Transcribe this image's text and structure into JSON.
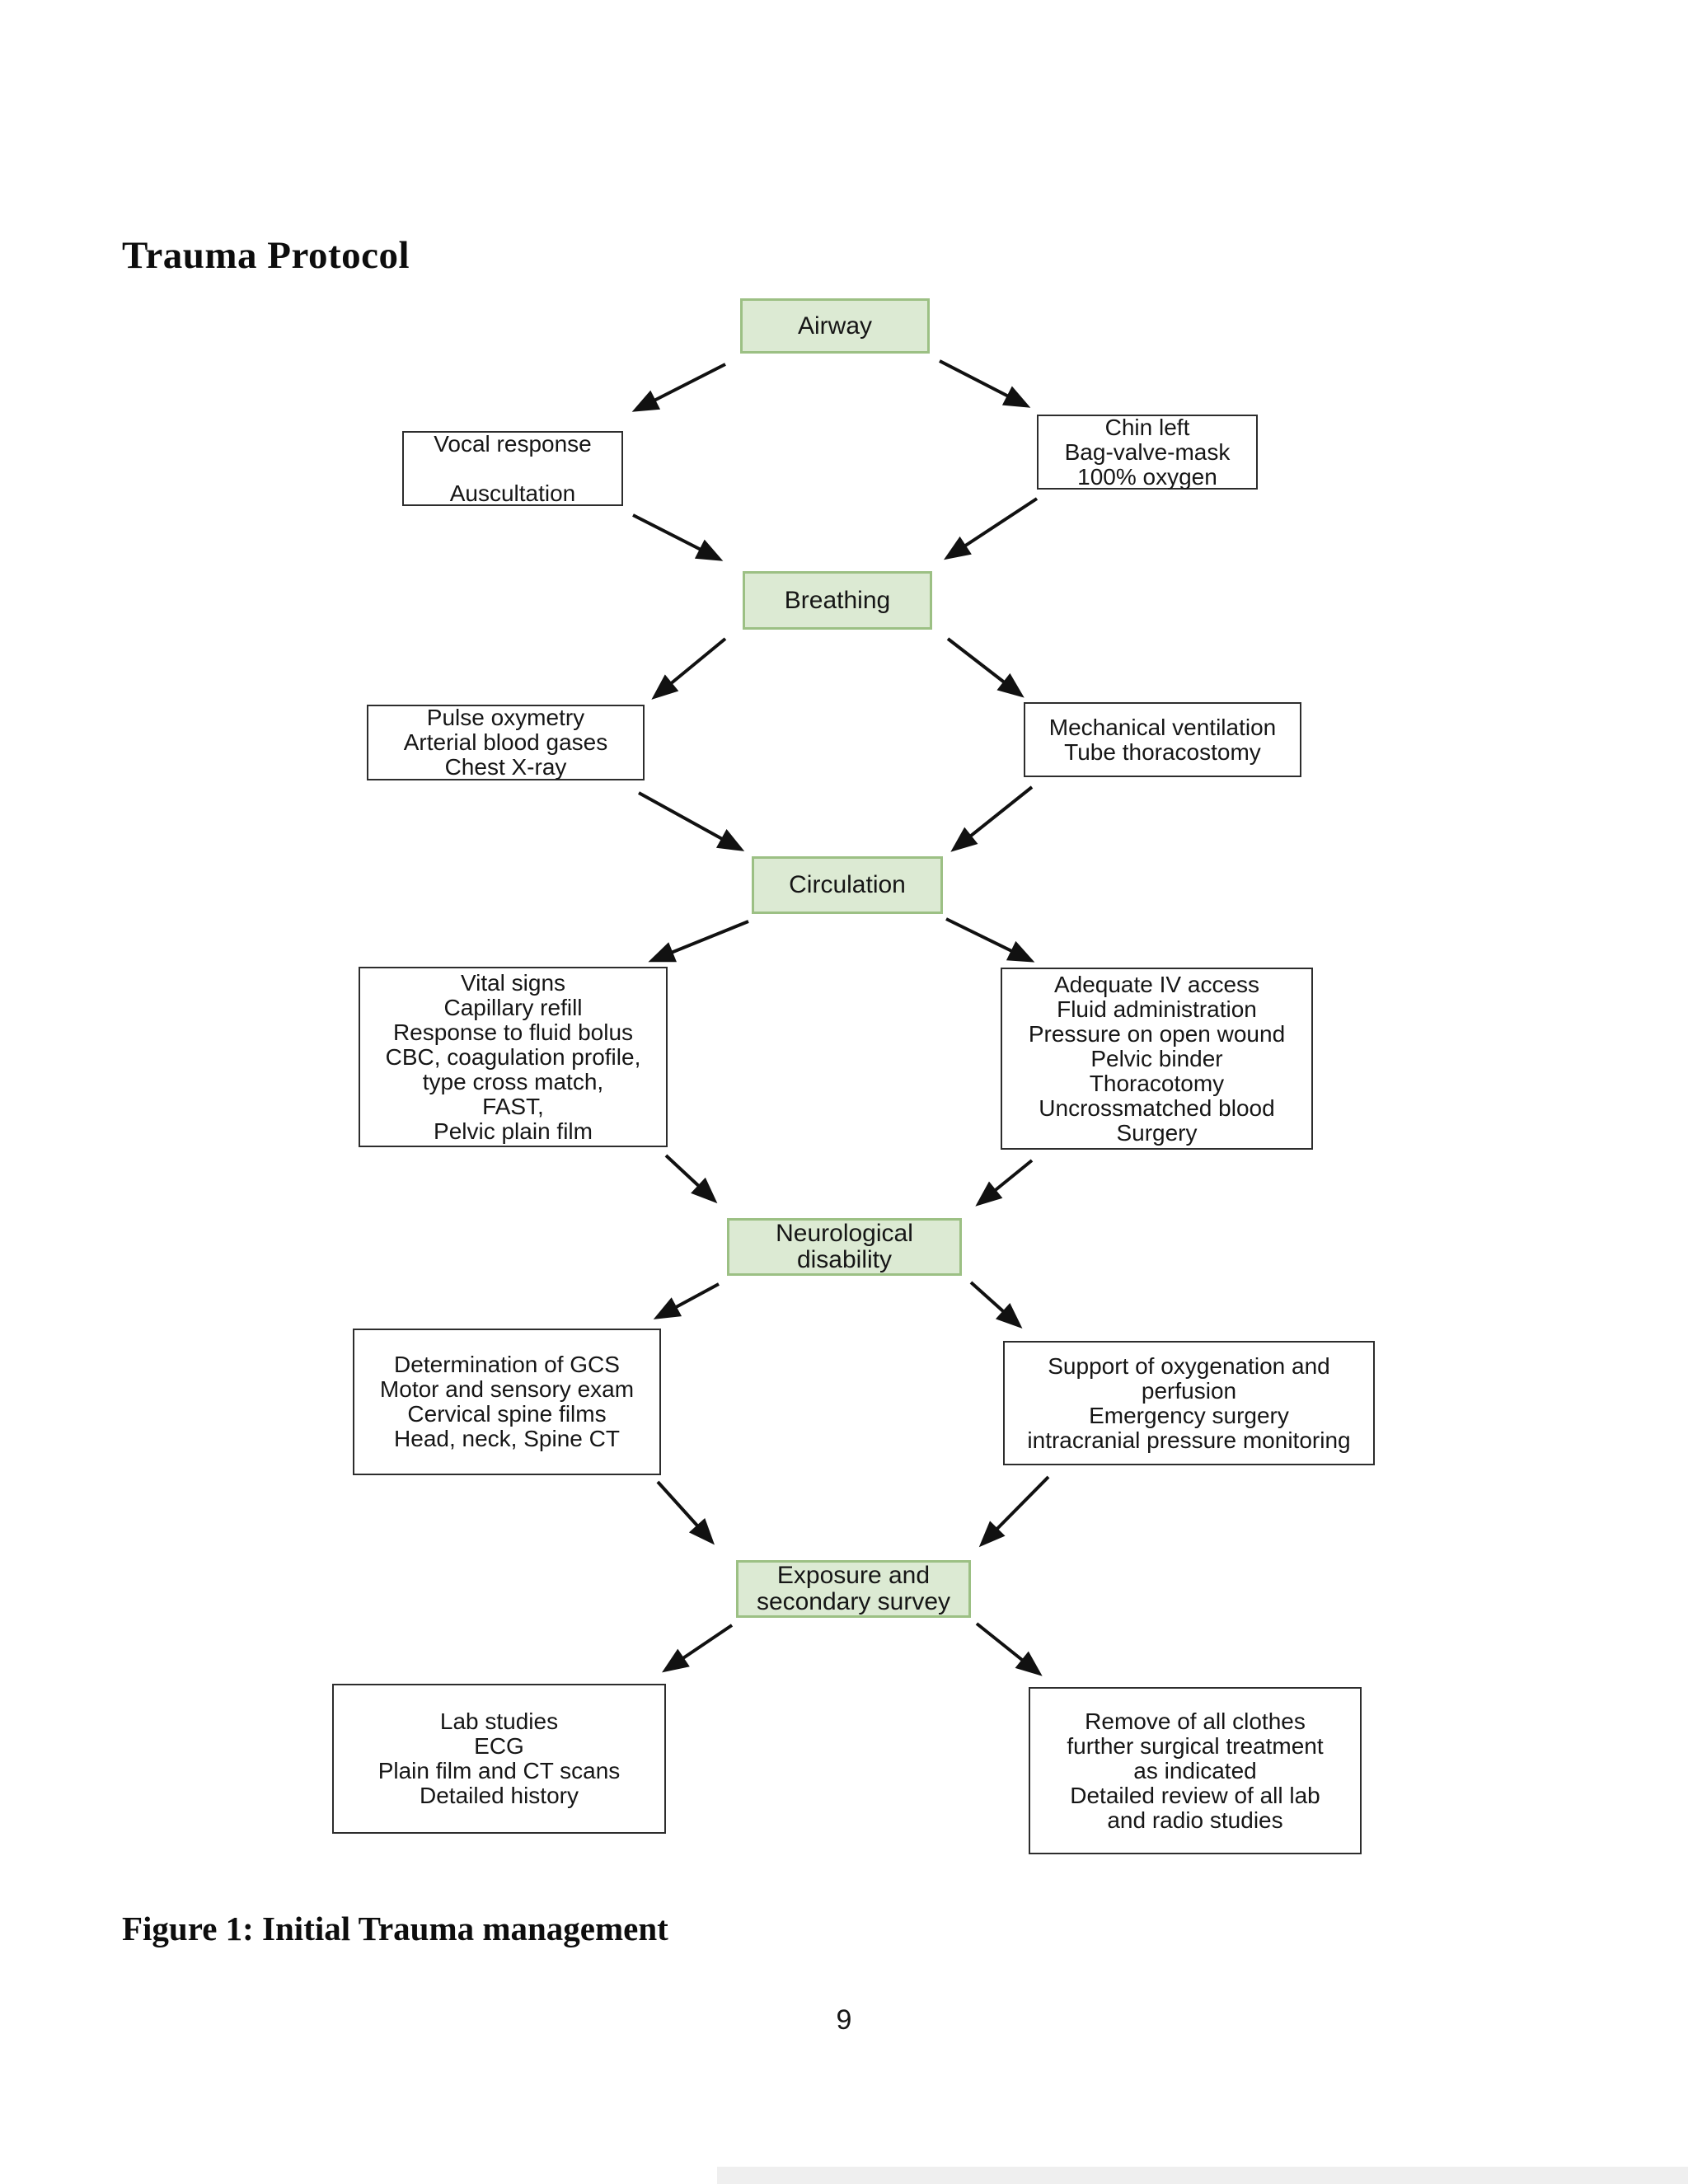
{
  "page": {
    "title": "Trauma Protocol",
    "caption": "Figure 1: Initial Trauma management",
    "page_number": "9"
  },
  "colors": {
    "stage_fill": "#dcead3",
    "stage_border": "#9cc084",
    "action_border": "#2d2d2d",
    "arrow": "#111111"
  },
  "flowchart": {
    "stages": [
      {
        "label": "Airway"
      },
      {
        "label": "Breathing"
      },
      {
        "label": "Circulation"
      },
      {
        "label": "Neurological\ndisability"
      },
      {
        "label": "Exposure and\nsecondary survey"
      }
    ],
    "left_boxes": [
      {
        "text": "Vocal response\n\nAuscultation"
      },
      {
        "text": "Pulse oxymetry\nArterial blood gases\nChest X-ray"
      },
      {
        "text": "Vital signs\nCapillary refill\nResponse to fluid bolus\nCBC, coagulation profile,\ntype cross match,\nFAST,\nPelvic plain film"
      },
      {
        "text": "Determination of GCS\nMotor and sensory exam\nCervical spine films\nHead, neck, Spine CT"
      },
      {
        "text": "Lab studies\nECG\nPlain film and CT scans\nDetailed history"
      }
    ],
    "right_boxes": [
      {
        "text": "Chin left\nBag-valve-mask\n100% oxygen"
      },
      {
        "text": "Mechanical ventilation\nTube thoracostomy"
      },
      {
        "text": "Adequate IV access\nFluid administration\nPressure on open wound\nPelvic binder\nThoracotomy\nUncrossmatched blood\nSurgery"
      },
      {
        "text": "Support of oxygenation and\nperfusion\nEmergency surgery\nintracranial pressure monitoring"
      },
      {
        "text": "Remove of all clothes\nfurther surgical treatment\nas indicated\nDetailed review of all lab\nand radio studies"
      }
    ]
  }
}
